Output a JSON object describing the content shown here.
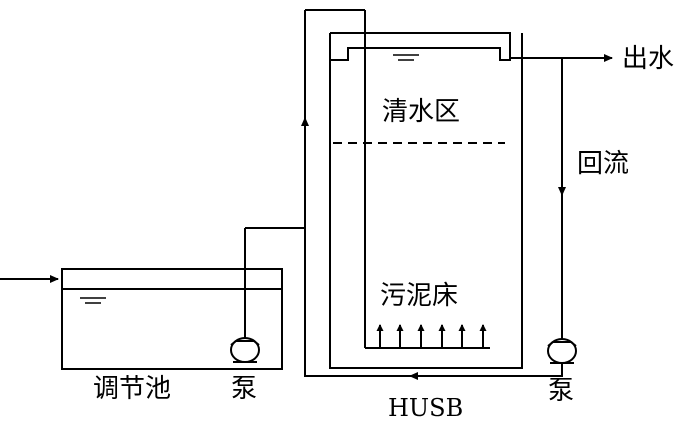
{
  "labels": {
    "outlet": "出水",
    "reflux": "回流",
    "clear_water_zone": "清水区",
    "sludge_bed": "污泥床",
    "tank": "调节池",
    "pump_left": "泵",
    "pump_right": "泵",
    "reactor": "HUSB"
  }
}
